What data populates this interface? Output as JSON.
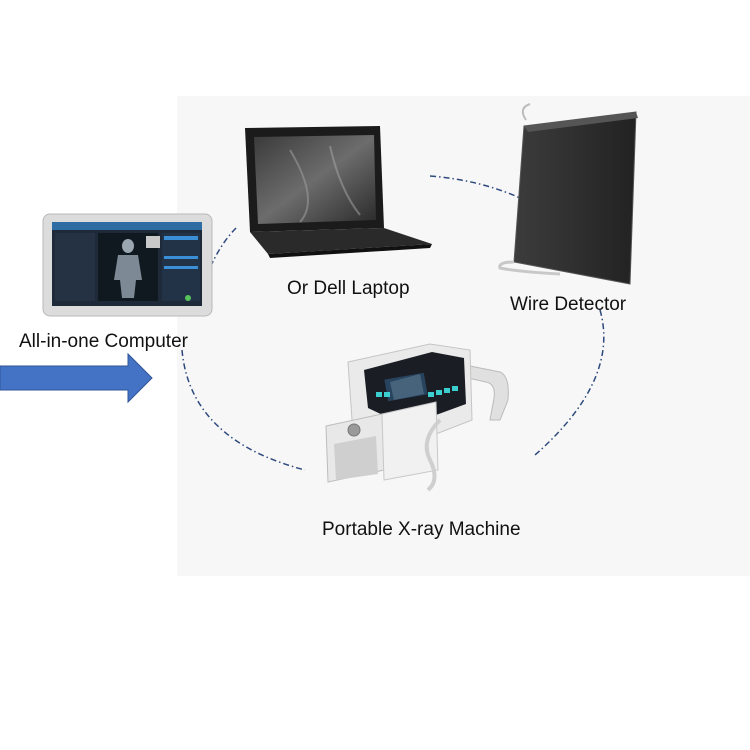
{
  "labels": {
    "all_in_one": "All-in-one Computer",
    "laptop": "Or Dell Laptop",
    "detector": "Wire Detector",
    "xray": "Portable X-ray  Machine"
  },
  "colors": {
    "arrow": "#4472c4",
    "dashed_path": "#2e4a7d",
    "panel": "#f7f7f7"
  }
}
